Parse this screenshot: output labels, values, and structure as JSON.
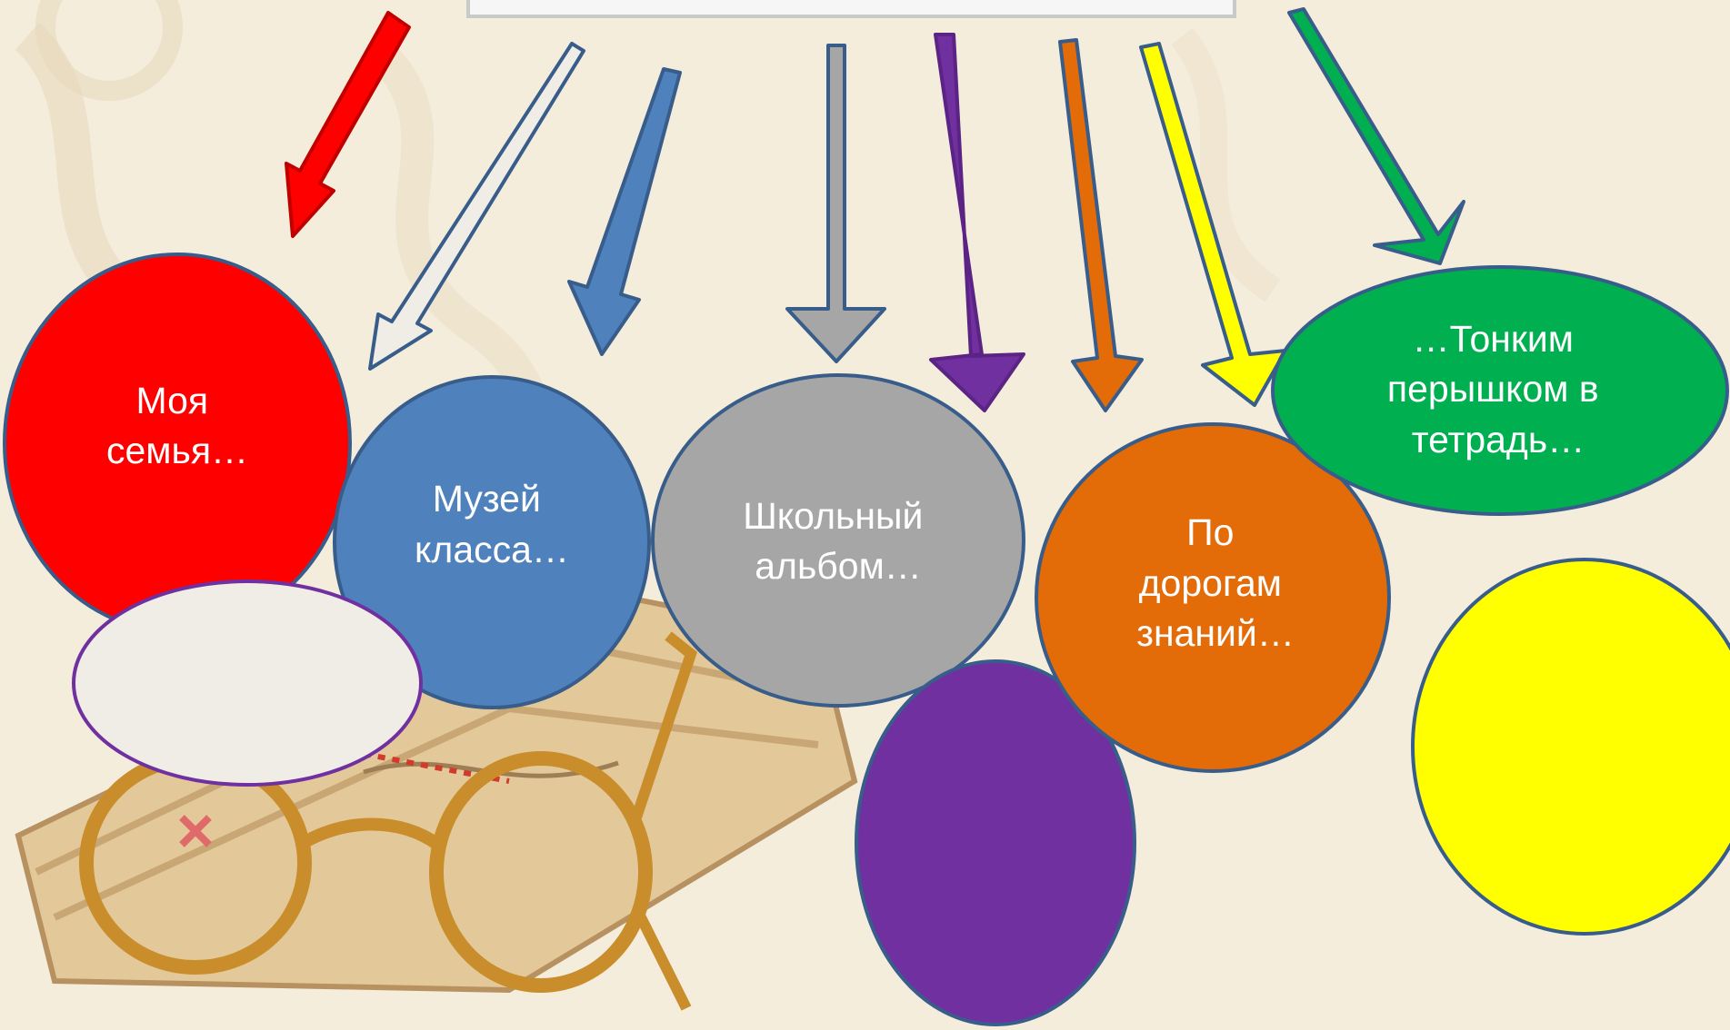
{
  "colors": {
    "background": "#f4eddc",
    "red": "#ff0000",
    "white": "#f0ede6",
    "blue": "#4f81bd",
    "gray": "#a6a6a6",
    "purple": "#7030a0",
    "orange": "#e36c09",
    "yellow": "#ffff00",
    "green": "#00b050",
    "outline": "#385d8a"
  },
  "nodes": {
    "red": {
      "lines": [
        "Моя",
        "семья…"
      ]
    },
    "blue": {
      "lines": [
        "Музей",
        "класса…"
      ]
    },
    "gray": {
      "lines": [
        "Школьный",
        "альбом…"
      ]
    },
    "orange": {
      "lines": [
        "По",
        "дорогам",
        "знаний…"
      ]
    },
    "green": {
      "lines": [
        "…Тонким",
        "перышком в",
        "тетрадь…"
      ]
    }
  }
}
